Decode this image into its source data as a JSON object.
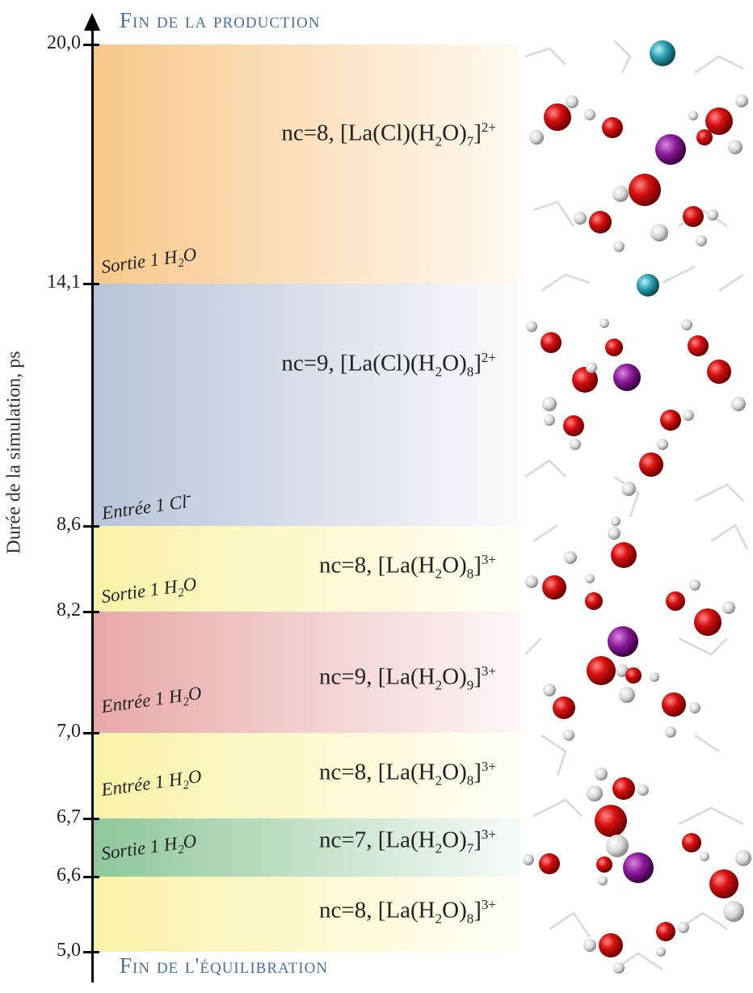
{
  "header": {
    "top_label": "Fin de la production",
    "bottom_label": "Fin de l'équilibration"
  },
  "axis": {
    "title": "Durée de la simulation, ps",
    "ticks": [
      "20,0",
      "14,1",
      "8,6",
      "8,2",
      "7,0",
      "6,7",
      "6,6",
      "5,0"
    ]
  },
  "bands": [
    {
      "species_a": "nc=8, [La(Cl)(H",
      "species_sub1": "2",
      "species_b": "O)",
      "species_sub2": "7",
      "species_c": "]",
      "species_sup": "2+",
      "color": "#f8c88a"
    },
    {
      "species_a": "nc=9, [La(Cl)(H",
      "species_sub1": "2",
      "species_b": "O)",
      "species_sub2": "8",
      "species_c": "]",
      "species_sup": "2+",
      "color": "#b8c4d8"
    },
    {
      "species_a": "nc=8, [La(H",
      "species_sub1": "2",
      "species_b": "O)",
      "species_sub2": "8",
      "species_c": "]",
      "species_sup": "3+",
      "color": "#f9f3a8"
    },
    {
      "species_a": "nc=9, [La(H",
      "species_sub1": "2",
      "species_b": "O)",
      "species_sub2": "9",
      "species_c": "]",
      "species_sup": "3+",
      "color": "#e8a8a8"
    },
    {
      "species_a": "nc=8, [La(H",
      "species_sub1": "2",
      "species_b": "O)",
      "species_sub2": "8",
      "species_c": "]",
      "species_sup": "3+",
      "color": "#f9f3a8"
    },
    {
      "species_a": "nc=7, [La(H",
      "species_sub1": "2",
      "species_b": "O)",
      "species_sub2": "7",
      "species_c": "]",
      "species_sup": "3+",
      "color": "#8fc79a"
    },
    {
      "species_a": "nc=8, [La(H",
      "species_sub1": "2",
      "species_b": "O)",
      "species_sub2": "8",
      "species_c": "]",
      "species_sup": "3+",
      "color": "#f9f3a8"
    }
  ],
  "events": [
    {
      "a": "Sortie 1 H",
      "sub": "2",
      "b": "O"
    },
    {
      "a": "Entrée 1 Cl",
      "sub": "",
      "b": "-"
    },
    {
      "a": "Sortie 1 H",
      "sub": "2",
      "b": "O"
    },
    {
      "a": "Entrée 1 H",
      "sub": "2",
      "b": "O"
    },
    {
      "a": "Entrée 1 H",
      "sub": "2",
      "b": "O"
    },
    {
      "a": "Sortie 1 H",
      "sub": "2",
      "b": "O"
    }
  ],
  "colors": {
    "oxygen": "#d01010",
    "hydrogen": "#e6e6e6",
    "lanthanum": "#8a1a9a",
    "chloride": "#2aa0b0",
    "heading": "#4a6f9a"
  }
}
